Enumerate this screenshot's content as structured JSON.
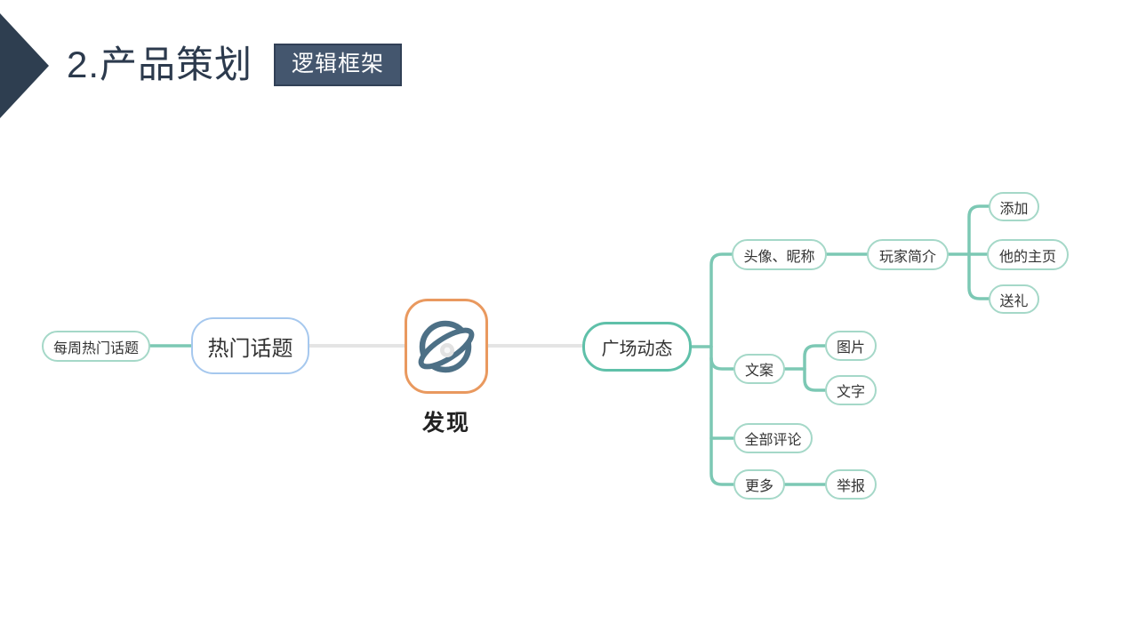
{
  "slide": {
    "title": "2.产品策划",
    "badge": "逻辑框架"
  },
  "colors": {
    "accent_dark_navy": "#2e3e50",
    "badge_bg": "#44566e",
    "teal_line": "#7cc8b4",
    "teal_border_strong": "#5fc0a9",
    "teal_border_light": "#a5d8c8",
    "blue_border": "#a6c8ee",
    "orange_border": "#e9995f",
    "gray_line": "#e4e4e4",
    "icon_glyph": "#4d7086"
  },
  "mindmap": {
    "center": {
      "label": "发现",
      "icon": "discover-planet-icon"
    },
    "left": {
      "label": "热门话题",
      "children": [
        {
          "label": "每周热门话题"
        }
      ]
    },
    "right": {
      "label": "广场动态",
      "children": [
        {
          "label": "头像、昵称",
          "children": [
            {
              "label": "玩家简介",
              "children": [
                {
                  "label": "添加"
                },
                {
                  "label": "他的主页"
                },
                {
                  "label": "送礼"
                }
              ]
            }
          ]
        },
        {
          "label": "文案",
          "children": [
            {
              "label": "图片"
            },
            {
              "label": "文字"
            }
          ]
        },
        {
          "label": "全部评论"
        },
        {
          "label": "更多",
          "children": [
            {
              "label": "举报"
            }
          ]
        }
      ]
    }
  }
}
